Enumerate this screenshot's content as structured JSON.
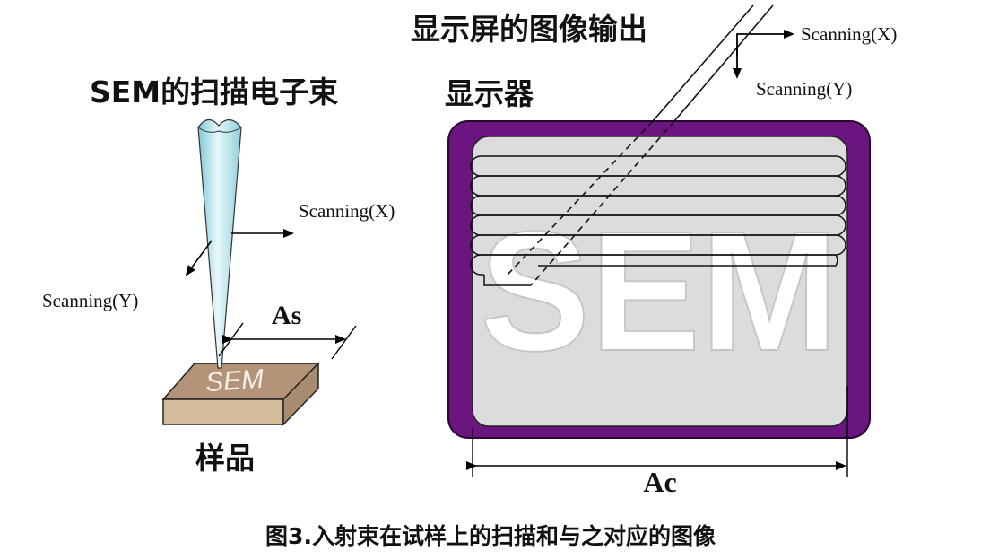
{
  "labels": {
    "sem_beam": "SEM的扫描电子束",
    "scan_x_left": "Scanning(X)",
    "scan_y_left": "Scanning(Y)",
    "as": "As",
    "sample_text": "SEM",
    "sample_label": "样品",
    "display_output": "显示屏的图像输出",
    "display": "显示器",
    "scan_x_right": "Scanning(X)",
    "scan_y_right": "Scanning(Y)",
    "screen_text": "SEM",
    "ac": "Ac",
    "caption": "图3.入射束在试样上的扫描和与之对应的图像"
  },
  "colors": {
    "monitor_frame": "#6b1580",
    "screen": "#dcdcdc",
    "sample_top": "#b89a7c",
    "sample_side": "#cfb896",
    "beam": "#a9dce6"
  }
}
